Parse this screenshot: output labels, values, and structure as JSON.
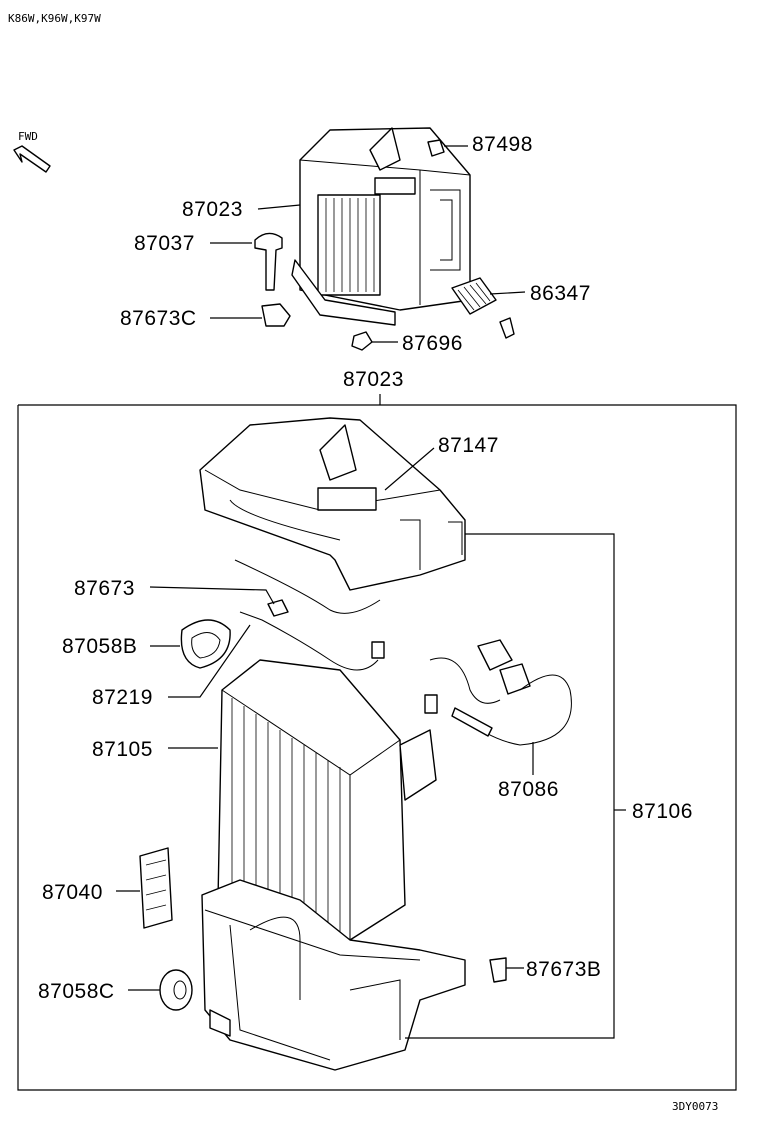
{
  "header": {
    "models": "K86W,K96W,K97W",
    "fwd": "FWD"
  },
  "labels": {
    "p87498": "87498",
    "p87023_top": "87023",
    "p87037": "87037",
    "p86347": "86347",
    "p87673C": "87673C",
    "p87696": "87696",
    "p87023_group": "87023",
    "p87147": "87147",
    "p87673": "87673",
    "p87058B": "87058B",
    "p87219": "87219",
    "p87105": "87105",
    "p87086": "87086",
    "p87106": "87106",
    "p87040": "87040",
    "p87673B": "87673B",
    "p87058C": "87058C"
  },
  "footer": {
    "code": "3DY0073"
  }
}
